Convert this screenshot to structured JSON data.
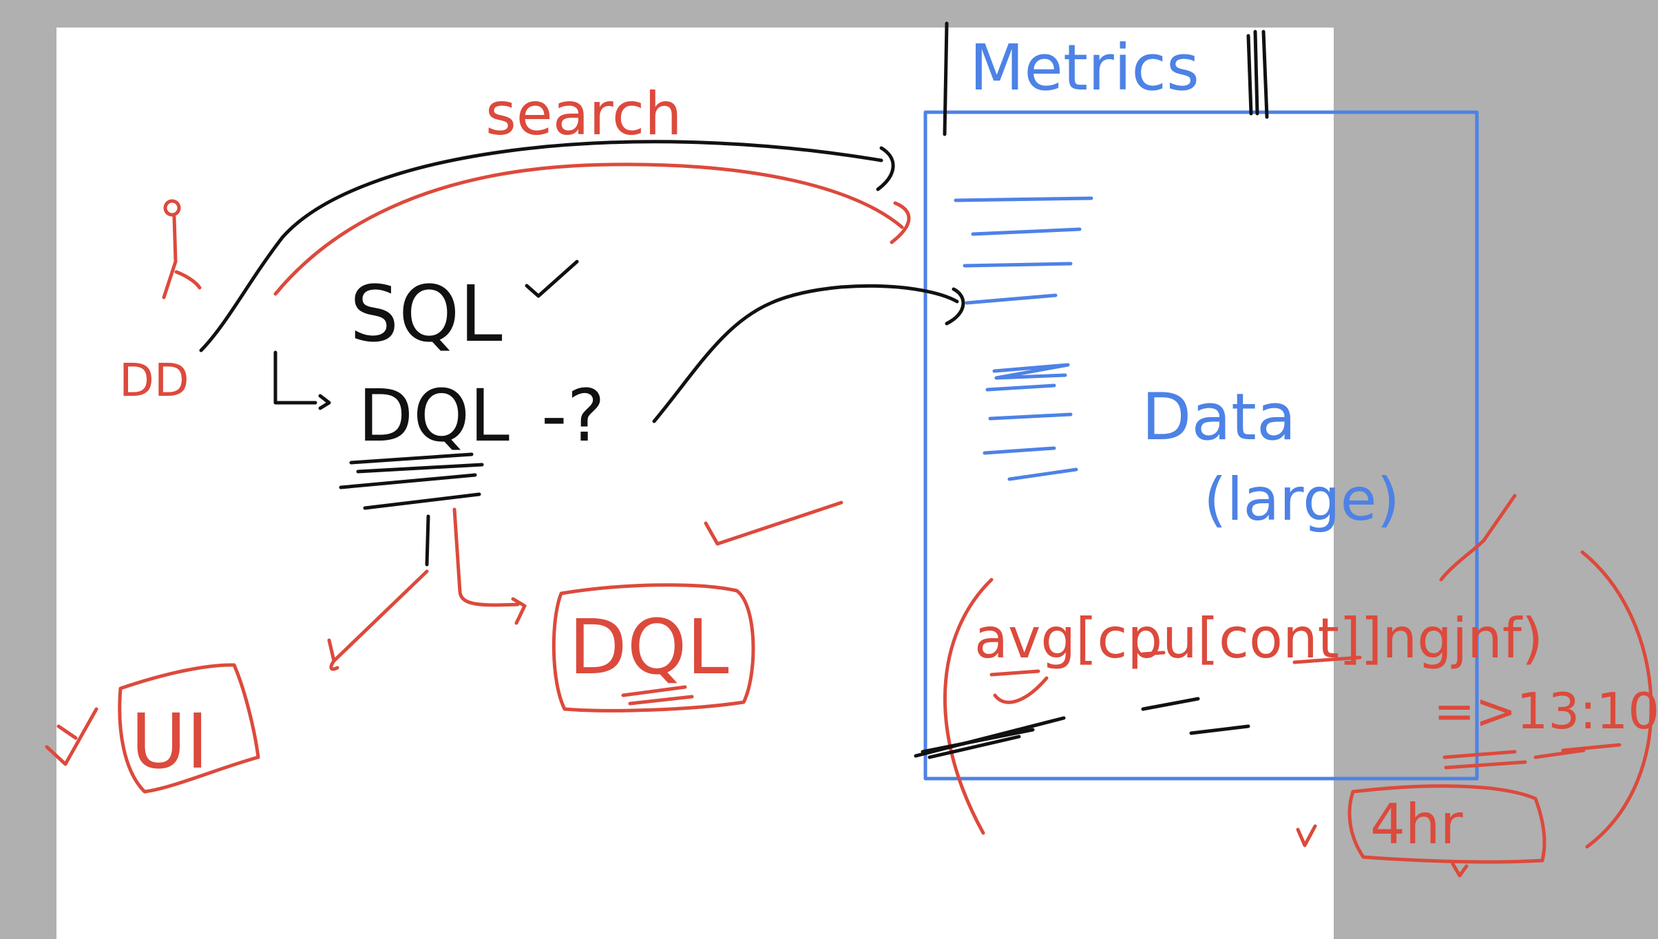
{
  "canvas": {
    "background": "#b0b0b0",
    "sheet_color": "#ffffff"
  },
  "ink_colors": {
    "black": "#111111",
    "red": "#dc4a3c",
    "blue": "#4d82e6"
  },
  "labels": {
    "search": "search",
    "dd": "DD",
    "sql": "SQL",
    "dql": "DQL",
    "question": "-?",
    "dql_box": "DQL",
    "ui_box": "UI",
    "metrics": "Metrics",
    "data": "Data",
    "large": "(large)",
    "expression": "avg[cpu[cont]]ngjnf)",
    "time": "=>13:10",
    "duration": "4hr"
  },
  "icons": {
    "person": "person-icon",
    "checkmarks": [
      "checkmark-icon"
    ]
  }
}
